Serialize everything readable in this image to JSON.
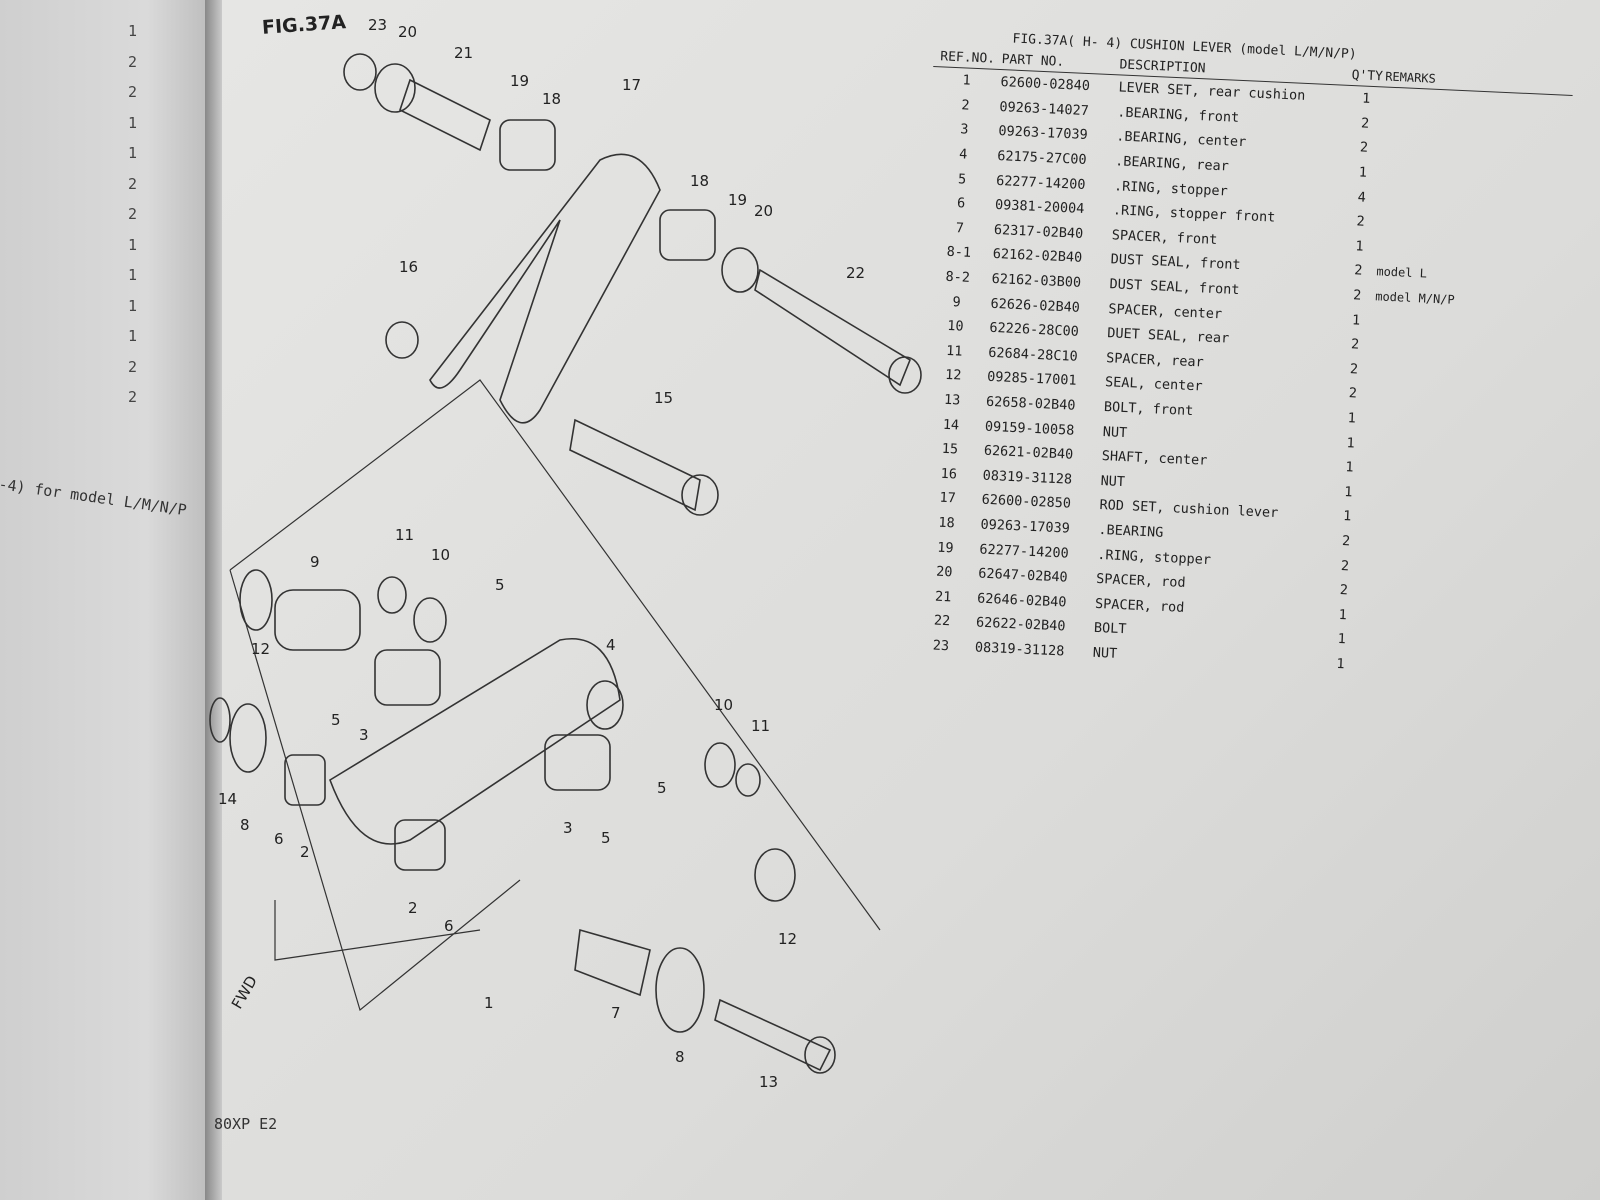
{
  "left_page": {
    "qty_column": [
      "1",
      "2",
      "2",
      "1",
      "1",
      "2",
      "2",
      "1",
      "1",
      "1",
      "1",
      "2",
      "2"
    ],
    "note": "-4) for model L/M/N/P"
  },
  "figure": {
    "label": "FIG.37A",
    "fwd_label": "FWD",
    "callouts": [
      "23",
      "20",
      "21",
      "19",
      "18",
      "17",
      "18",
      "19",
      "20",
      "22",
      "16",
      "15",
      "11",
      "10",
      "9",
      "5",
      "12",
      "4",
      "5",
      "10",
      "11",
      "14",
      "8",
      "6",
      "2",
      "3",
      "5",
      "3",
      "5",
      "2",
      "6",
      "1",
      "12",
      "7",
      "8",
      "13"
    ]
  },
  "parts_table": {
    "title": "FIG.37A(  H- 4) CUSHION LEVER (model L/M/N/P)",
    "headers": {
      "ref": "REF.NO.",
      "part": "PART NO.",
      "desc": "DESCRIPTION",
      "qty": "Q'TY",
      "remarks": "REMARKS"
    },
    "rows": [
      {
        "ref": "1",
        "part": "62600-02840",
        "desc": "LEVER SET, rear cushion",
        "qty": "1",
        "remarks": ""
      },
      {
        "ref": "2",
        "part": "09263-14027",
        "desc": ".BEARING, front",
        "qty": "2",
        "remarks": ""
      },
      {
        "ref": "3",
        "part": "09263-17039",
        "desc": ".BEARING, center",
        "qty": "2",
        "remarks": ""
      },
      {
        "ref": "4",
        "part": "62175-27C00",
        "desc": ".BEARING, rear",
        "qty": "1",
        "remarks": ""
      },
      {
        "ref": "5",
        "part": "62277-14200",
        "desc": ".RING, stopper",
        "qty": "4",
        "remarks": ""
      },
      {
        "ref": "6",
        "part": "09381-20004",
        "desc": ".RING, stopper front",
        "qty": "2",
        "remarks": ""
      },
      {
        "ref": "7",
        "part": "62317-02B40",
        "desc": "SPACER, front",
        "qty": "1",
        "remarks": ""
      },
      {
        "ref": "8-1",
        "part": "62162-02B40",
        "desc": "DUST SEAL, front",
        "qty": "2",
        "remarks": "model L"
      },
      {
        "ref": "8-2",
        "part": "62162-03B00",
        "desc": "DUST SEAL, front",
        "qty": "2",
        "remarks": "model M/N/P"
      },
      {
        "ref": "9",
        "part": "62626-02B40",
        "desc": "SPACER, center",
        "qty": "1",
        "remarks": ""
      },
      {
        "ref": "10",
        "part": "62226-28C00",
        "desc": "DUET SEAL, rear",
        "qty": "2",
        "remarks": ""
      },
      {
        "ref": "11",
        "part": "62684-28C10",
        "desc": "SPACER, rear",
        "qty": "2",
        "remarks": ""
      },
      {
        "ref": "12",
        "part": "09285-17001",
        "desc": "SEAL, center",
        "qty": "2",
        "remarks": ""
      },
      {
        "ref": "13",
        "part": "62658-02B40",
        "desc": "BOLT, front",
        "qty": "1",
        "remarks": ""
      },
      {
        "ref": "14",
        "part": "09159-10058",
        "desc": "NUT",
        "qty": "1",
        "remarks": ""
      },
      {
        "ref": "15",
        "part": "62621-02B40",
        "desc": "SHAFT, center",
        "qty": "1",
        "remarks": ""
      },
      {
        "ref": "16",
        "part": "08319-31128",
        "desc": "NUT",
        "qty": "1",
        "remarks": ""
      },
      {
        "ref": "17",
        "part": "62600-02850",
        "desc": "ROD SET, cushion lever",
        "qty": "1",
        "remarks": ""
      },
      {
        "ref": "18",
        "part": "09263-17039",
        "desc": ".BEARING",
        "qty": "2",
        "remarks": ""
      },
      {
        "ref": "19",
        "part": "62277-14200",
        "desc": ".RING, stopper",
        "qty": "2",
        "remarks": ""
      },
      {
        "ref": "20",
        "part": "62647-02B40",
        "desc": "SPACER, rod",
        "qty": "2",
        "remarks": ""
      },
      {
        "ref": "21",
        "part": "62646-02B40",
        "desc": "SPACER, rod",
        "qty": "1",
        "remarks": ""
      },
      {
        "ref": "22",
        "part": "62622-02B40",
        "desc": "BOLT",
        "qty": "1",
        "remarks": ""
      },
      {
        "ref": "23",
        "part": "08319-31128",
        "desc": "NUT",
        "qty": "1",
        "remarks": ""
      }
    ]
  },
  "footer": "80XP E2"
}
